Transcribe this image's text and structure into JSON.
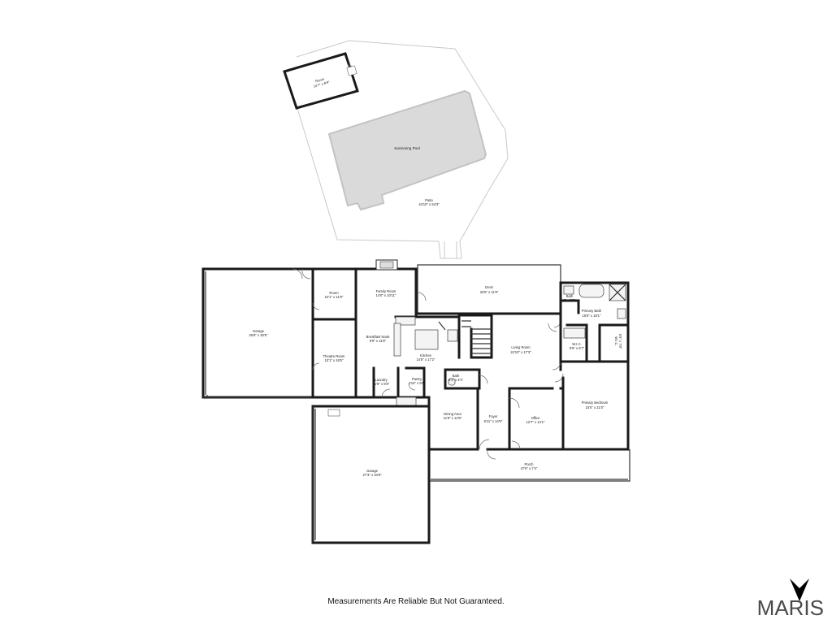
{
  "plan": {
    "disclaimer": "Measurements Are Reliable But Not Guaranteed.",
    "brand": "MARIS",
    "compass_icon": "north-arrow-icon",
    "rooms": {
      "detached_room": {
        "name": "Room",
        "dims": "14'7\" x 8'9\""
      },
      "swimming_pool": {
        "name": "Swimming Pool"
      },
      "patio": {
        "name": "Patio",
        "dims": "44'10\" x 54'3\""
      },
      "garage_west": {
        "name": "Garage",
        "dims": "25'9\" x 30'5\""
      },
      "room": {
        "name": "Room",
        "dims": "10'1\" x 11'8\""
      },
      "family_room": {
        "name": "Family Room",
        "dims": "14'0\" x 10'11\""
      },
      "deck": {
        "name": "Deck",
        "dims": "34'5\" x 11'9\""
      },
      "bath_upper": {
        "name": "Bath",
        "dims": "7' x 5'8\""
      },
      "primary_bath": {
        "name": "Primary Bath",
        "dims": "15'5\" x 18'1\""
      },
      "theatre_room": {
        "name": "Theatre Room",
        "dims": "10'1\" x 16'5\""
      },
      "breakfast_nook": {
        "name": "Breakfast Nook",
        "dims": "9'9\" x 11'6\""
      },
      "kitchen": {
        "name": "Kitchen",
        "dims": "14'6\" x 17'2\""
      },
      "living_room": {
        "name": "Living Room",
        "dims": "24'10\" x 17'3\""
      },
      "wic_small": {
        "name": "W.I.C.",
        "dims": "5'6\" x 5'7\""
      },
      "wic_tall": {
        "name": "W.I.C.",
        "dims": "5'6\" x 7'8\""
      },
      "laundry": {
        "name": "Laundry",
        "dims": "11'8\" x 5'8\""
      },
      "pantry": {
        "name": "Pantry",
        "dims": "4'10\" x 5'8\""
      },
      "bath_mid": {
        "name": "Bath",
        "dims": "5'1\" x 4'4\""
      },
      "primary_bedroom": {
        "name": "Primary Bedroom",
        "dims": "15'5\" x 21'0\""
      },
      "dining_area": {
        "name": "Dining Area",
        "dims": "11'9\" x 14'6\""
      },
      "foyer": {
        "name": "Foyer",
        "dims": "6'11\" x 14'5\""
      },
      "office": {
        "name": "Office",
        "dims": "12'7\" x 14'1\""
      },
      "porch": {
        "name": "Porch",
        "dims": "47'8\" x 7'4\""
      },
      "garage_south": {
        "name": "Garage",
        "dims": "27'3\" x 34'8\""
      }
    }
  }
}
